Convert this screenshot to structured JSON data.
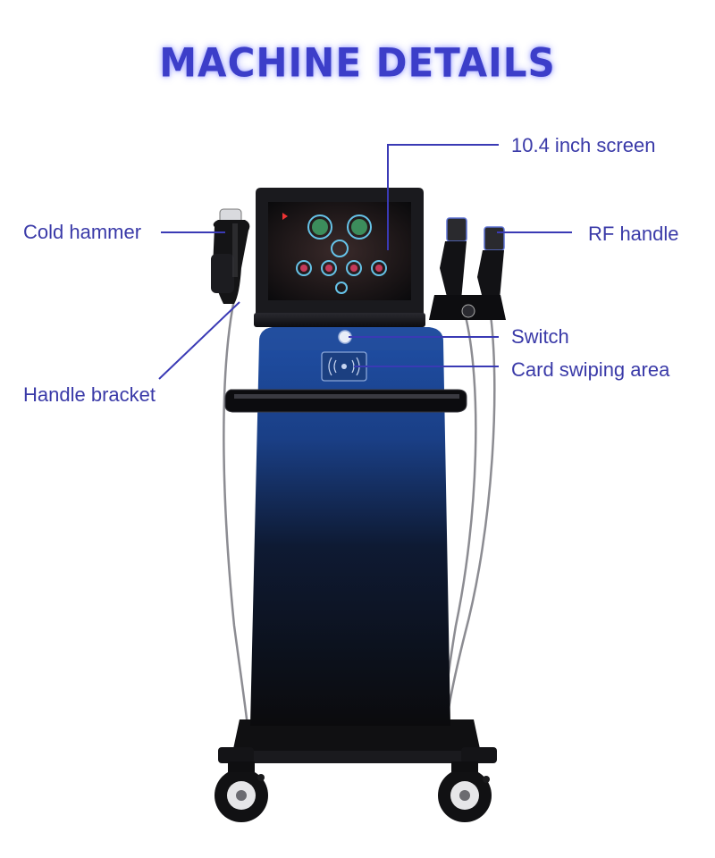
{
  "title": "MACHINE DETAILS",
  "labels": {
    "screen": "10.4 inch screen",
    "cold_hammer": "Cold hammer",
    "rf_handle": "RF handle",
    "switch": "Switch",
    "card_area": "Card swiping area",
    "handle_bracket": "Handle bracket"
  },
  "colors": {
    "title": "#3c3ec9",
    "label_text": "#3a3aa8",
    "leader_line": "#3a3ab5",
    "body_blue": "#1f4fa6",
    "body_black": "#0b0b0d"
  }
}
